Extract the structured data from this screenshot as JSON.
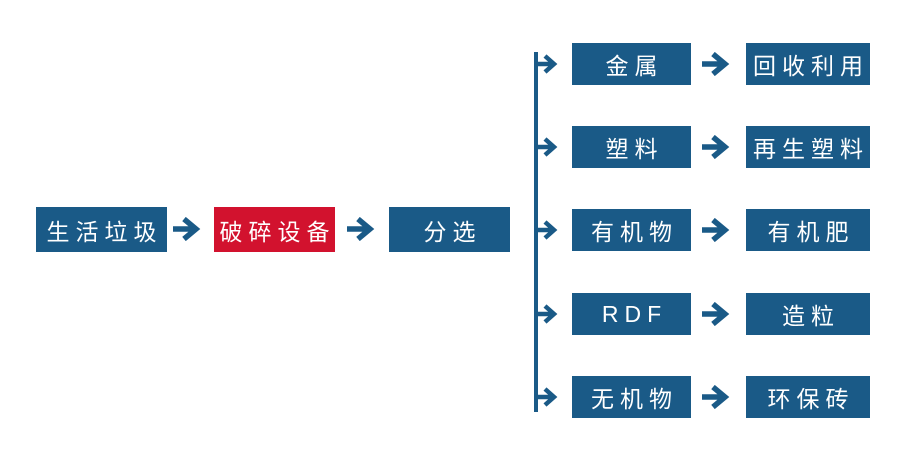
{
  "colors": {
    "primary": "#1A5A87",
    "accent_red": "#D2122E",
    "box_text": "#FFFFFF",
    "background": "#FFFFFF"
  },
  "main_flow": {
    "nodes": [
      {
        "label": "生活垃圾",
        "variant": "blue"
      },
      {
        "label": "破碎设备",
        "variant": "red"
      },
      {
        "label": "分选",
        "variant": "blue"
      }
    ]
  },
  "branches": [
    {
      "source": "金属",
      "result": "回收利用"
    },
    {
      "source": "塑料",
      "result": "再生塑料"
    },
    {
      "source": "有机物",
      "result": "有机肥"
    },
    {
      "source": "RDF",
      "result": "造粒"
    },
    {
      "source": "无机物",
      "result": "环保砖"
    }
  ],
  "icons": {
    "arrow": "right-arrow"
  }
}
